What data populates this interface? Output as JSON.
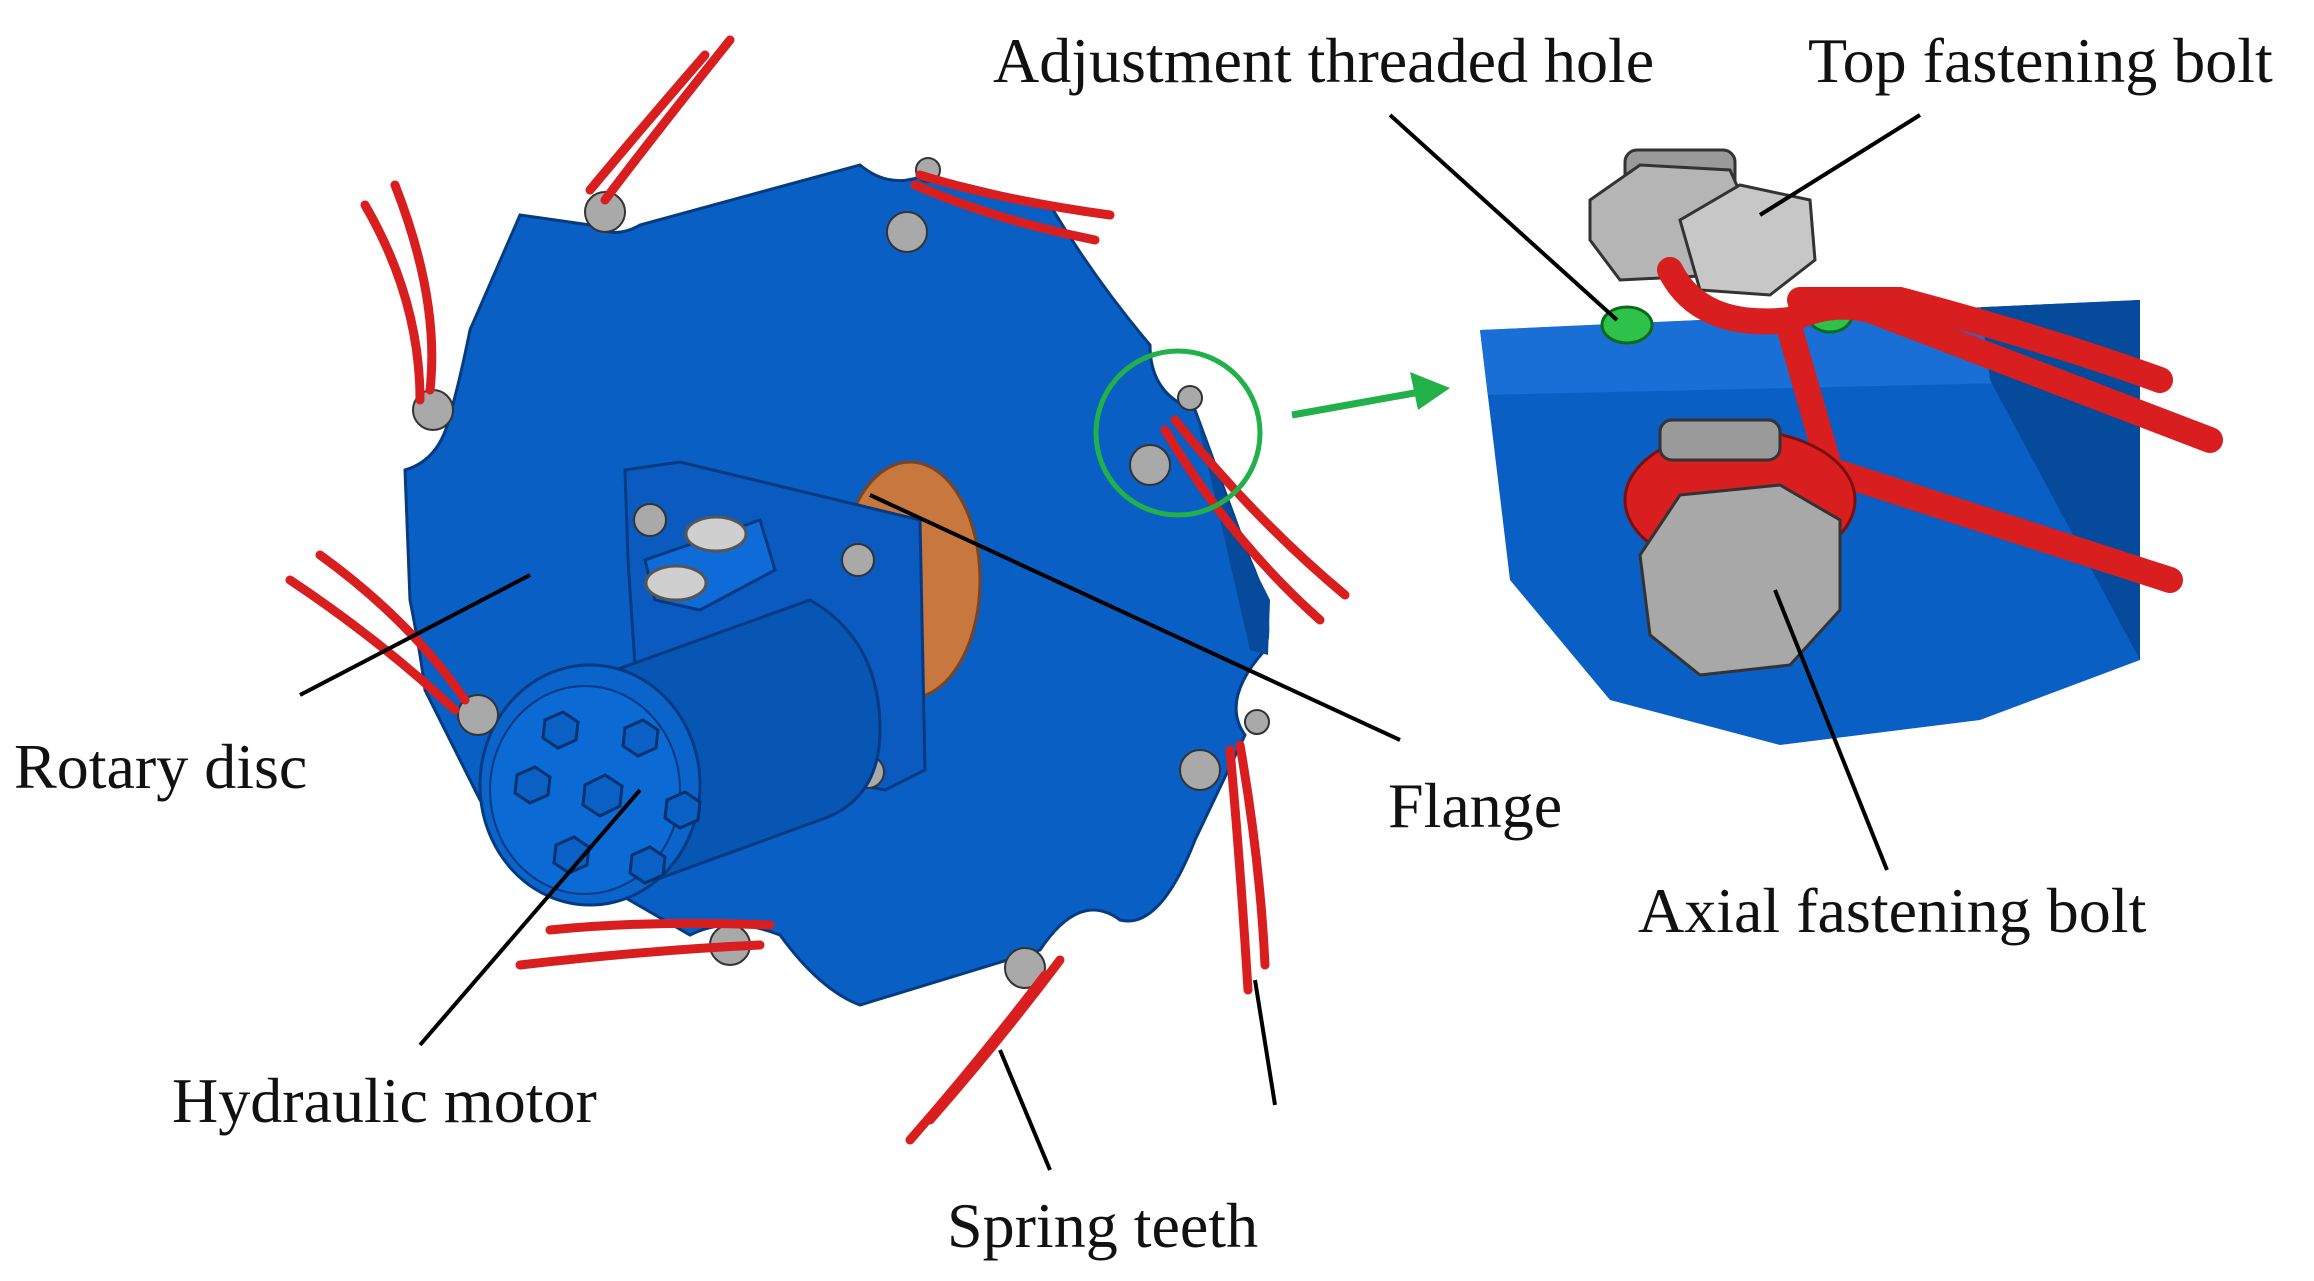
{
  "figure": {
    "labels": {
      "adjustment_hole": "Adjustment threaded hole",
      "top_bolt": "Top fastening bolt",
      "rotary_disc": "Rotary disc",
      "flange": "Flange",
      "axial_bolt": "Axial fastening bolt",
      "hydraulic_motor": "Hydraulic motor",
      "spring_teeth": "Spring teeth"
    },
    "colors": {
      "disc_blue": "#0a5fc4",
      "disc_blue_dark": "#064a9c",
      "tooth_red": "#d81e1e",
      "bolt_gray": "#a9a9a9",
      "flange_copper": "#c8773f",
      "highlight_green": "#22b04a",
      "hole_green": "#2fc24a"
    }
  }
}
